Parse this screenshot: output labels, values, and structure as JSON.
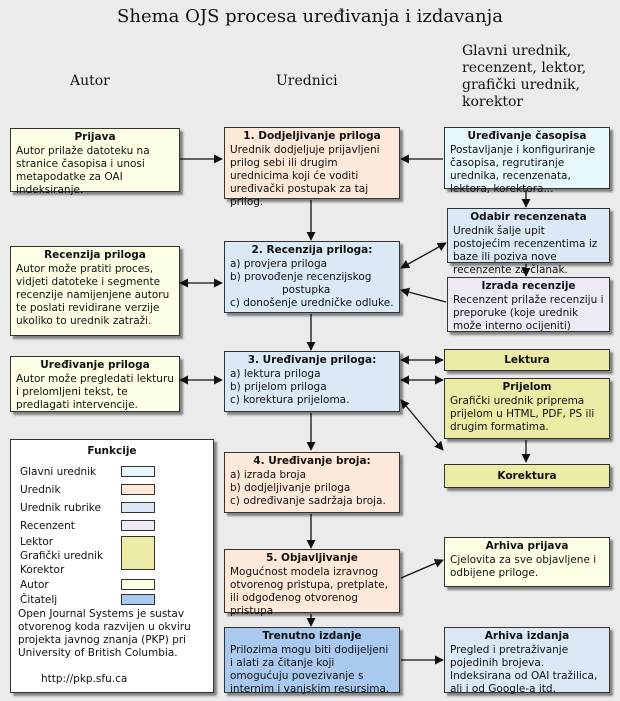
{
  "title": "Shema OJS procesa uređivanja i izdavanja",
  "columns": {
    "author": "Autor",
    "editors": "Urednici",
    "others": [
      "Glavni urednik,",
      "recenzent, lektor,",
      "grafički urednik,",
      "korektor"
    ]
  },
  "author_boxes": {
    "submission": {
      "heading": "Prijava",
      "text": "Autor prilaže datoteku na stranice časopisa i unosi metapodatke za OAI indeksiranje."
    },
    "review": {
      "heading": "Recenzija priloga",
      "text": "Autor može pratiti proces, vidjeti datoteke i segmente recenzije namijenjene autoru te poslati revidirane verzije ukoliko to urednik zatraži."
    },
    "editing": {
      "heading": "Uređivanje priloga",
      "text": "Autor može pregledati lekturu i prelomljeni tekst, te predlagati intervencije."
    }
  },
  "editor_steps": {
    "assign": {
      "heading": "1. Dodjeljivanje priloga",
      "text": "Urednik dodjeljuje prijavljeni prilog sebi ili drugim urednicima koji će voditi uređivački postupak za taj prilog."
    },
    "review": {
      "heading": "2. Recenzija priloga:",
      "items": [
        "a) provjera priloga",
        "b) provođenje recenzijskog",
        "postupka",
        "c) donošenje uredničke odluke."
      ]
    },
    "editing": {
      "heading": "3. Uređivanje priloga:",
      "items": [
        "a) lektura priloga",
        "b) prijelom priloga",
        "c) korektura prijeloma."
      ]
    },
    "issue": {
      "heading": "4. Uređivanje broja:",
      "items": [
        "a) izrada broja",
        "b) dodjeljivanje priloga",
        "c) određivanje sadržaja broja."
      ]
    },
    "publish": {
      "heading": "5. Objavljivanje",
      "text": "Mogućnost modela izravnog otvorenog pristupa, pretplate, ili odgođenog otvorenog pristupa"
    },
    "current": {
      "heading": "Trenutno izdanje",
      "text": "Prilozima mogu biti dodijeljeni i alati za čitanje koji omogućuju povezivanje s internim i vanjskim resursima."
    }
  },
  "right_boxes": {
    "journal_setup": {
      "heading": "Uređivanje časopisa",
      "text": "Postavljanje i konfiguriranje časopisa, regrutiranje urednika, recenzenata, lektora, korektora..."
    },
    "reviewer_select": {
      "heading": "Odabir recenzenata",
      "text": "Urednik šalje upit postojećim recenzentima iz baze ili poziva nove recenzente za članak."
    },
    "review_write": {
      "heading": "Izrada recenzije",
      "text": "Recenzent prilaže recenziju i preporuke (koje urednik može interno ocijeniti)"
    },
    "copyedit": {
      "heading": "Lektura"
    },
    "layout": {
      "heading": "Prijelom",
      "text": "Grafički urednik priprema prijelom u HTML, PDF, PS ili drugim formatima."
    },
    "proofread": {
      "heading": "Korektura"
    },
    "archive_submissions": {
      "heading": "Arhiva prijava",
      "text": "Cjelovita za sve objavljene i odbijene priloge."
    },
    "archive_issues": {
      "heading": "Arhiva izdanja",
      "text": "Pregled i pretraživanje pojedinih brojeva. Indeksirana od OAI tražilica, ali i od Google-a itd."
    }
  },
  "legend": {
    "title": "Funkcije",
    "items": [
      "Glavni urednik",
      "Urednik",
      "Urednik rubrike",
      "Recenzent",
      "Lektor",
      "Grafički urednik",
      "Korektor",
      "Autor",
      "Čitatelj"
    ],
    "credit": "Open Journal Systems je sustav otvorenog koda razvijen u okviru projekta javnog znanja (PKP) pri University of British Columbia.",
    "url": "http://pkp.sfu.ca"
  },
  "colors": {
    "editor_in_chief": "#e6f8fc",
    "editor": "#fde9d9",
    "section_editor": "#dbe9f7",
    "reviewer": "#efe8f5",
    "production": "#ebeba5",
    "author": "#ffffe6",
    "reader": "#a9c9ee"
  }
}
